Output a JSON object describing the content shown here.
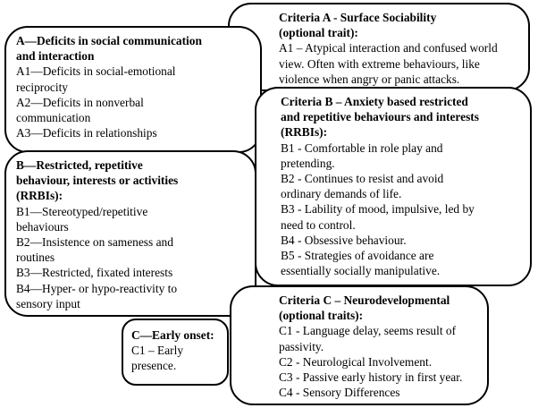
{
  "boxA": {
    "title": [
      "A—Deficits in social communication",
      "and interaction"
    ],
    "lines": [
      "A1—Deficits in social-emotional",
      "reciprocity",
      "A2—Deficits in nonverbal",
      "communication",
      "A3—Deficits in relationships"
    ]
  },
  "boxB": {
    "title": [
      "B—Restricted, repetitive",
      "behaviour, interests or activities",
      "(RRBIs):"
    ],
    "lines": [
      "B1—Stereotyped/repetitive",
      "behaviours",
      "B2—Insistence on sameness and",
      "routines",
      "B3—Restricted, fixated interests",
      "B4—Hyper- or hypo-reactivity to",
      "sensory input"
    ]
  },
  "boxC": {
    "title": [
      "C—Early onset:"
    ],
    "lines": [
      "C1 – Early",
      "presence."
    ]
  },
  "criteriaA": {
    "title": [
      "Criteria A - Surface Sociability",
      "(optional trait):"
    ],
    "lines": [
      "A1 – Atypical interaction and confused world",
      "view.  Often with extreme behaviours, like",
      "violence when angry or panic attacks."
    ]
  },
  "criteriaB": {
    "title": [
      "Criteria B – Anxiety based restricted",
      "and repetitive behaviours and interests",
      "(RRBIs):"
    ],
    "lines": [
      "B1 - Comfortable in role play and",
      "pretending.",
      "B2 - Continues to resist and avoid",
      "ordinary demands of life.",
      "B3 - Lability  of mood, impulsive, led by",
      "need to control.",
      "B4 - Obsessive behaviour.",
      "B5 - Strategies of avoidance are",
      "essentially socially manipulative."
    ]
  },
  "criteriaC": {
    "title": [
      "Criteria C – Neurodevelopmental",
      "(optional traits):"
    ],
    "lines": [
      "C1 - Language delay, seems result of",
      "passivity.",
      "C2 - Neurological Involvement.",
      "C3 - Passive early history in first year.",
      "C4 - Sensory Differences"
    ]
  }
}
